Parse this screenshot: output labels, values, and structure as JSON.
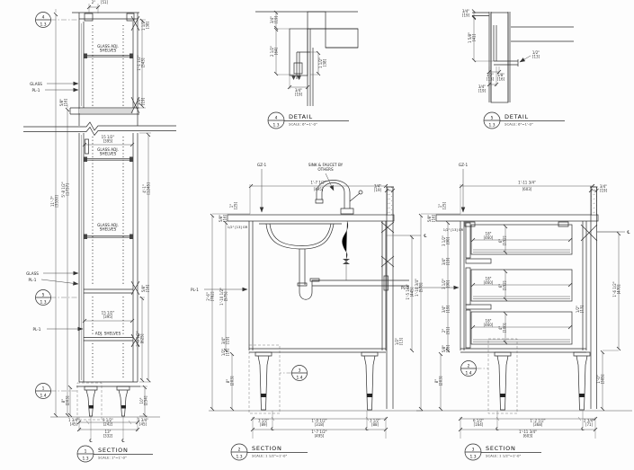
{
  "sym": {
    "cl": "℄"
  },
  "s1": {
    "callout_top": {
      "num": "4",
      "sheet": "1.3"
    },
    "callout_mid": {
      "num": "5",
      "sheet": "1.3"
    },
    "callout_leg": {
      "num": "1",
      "sheet": "1.4"
    },
    "lbl_glass": "GLASS",
    "lbl_pl1": "PL-1",
    "lbl_shelf1": "GLASS ADJ.",
    "lbl_shelf2": "SHELVES",
    "lbl_adj_shelves": "ADJ. SHELVES",
    "dims": {
      "top2": {
        "v": "2\"",
        "mm": "[51]"
      },
      "r38": {
        "v": "1 1/2\"",
        "mm": "[38]"
      },
      "r343": {
        "v": "1'-1 1/2\"",
        "mm": "[343]"
      },
      "r19": {
        "v": "3/4\"",
        "mm": "[19]"
      },
      "l16up": {
        "v": "5/8\"",
        "mm": "[16]"
      },
      "h3530": {
        "v": "11'-7\"",
        "mm": "[3530]"
      },
      "h1737": {
        "v": "5'-8 1/2\"",
        "mm": "[1737]"
      },
      "r1245": {
        "v": "4'-1\"",
        "mm": "[1245]"
      },
      "w395a": {
        "v": "15 1/2\"",
        "mm": "[395]"
      },
      "w395b": {
        "v": "15 1/2\"",
        "mm": "[395]"
      },
      "r16": {
        "v": "5/8\"",
        "mm": "[16]"
      },
      "r625": {
        "v": "2'-0 1/2\"",
        "mm": "[625]"
      },
      "r254": {
        "v": "10\"",
        "mm": "[254]"
      },
      "l203": {
        "v": "8\"",
        "mm": "[203]"
      },
      "b45a": {
        "v": "1 3/4\"",
        "mm": "[45]"
      },
      "b242": {
        "v": "9 1/2\"",
        "mm": "[242]"
      },
      "b45b": {
        "v": "1 3/4\"",
        "mm": "[45]"
      },
      "b332": {
        "v": "13\"",
        "mm": "[332]"
      }
    },
    "title": {
      "num": "1",
      "sheet": "1.3",
      "name": "SECTION",
      "scale": "SCALE: 1\"=1'-0\""
    }
  },
  "d4": {
    "dims": {
      "a19": {
        "v": "3/4\"",
        "mm": "[19]"
      },
      "b64": {
        "v": "2 1/2\"",
        "mm": "[64]"
      },
      "c38": {
        "v": "1 1/2\"",
        "mm": "[38]"
      },
      "d19": {
        "v": "3/4\"",
        "mm": "[19]"
      }
    },
    "title": {
      "num": "4",
      "sheet": "1.3",
      "name": "DETAIL",
      "scale": "SCALE: 6\"=1'-0\""
    }
  },
  "d5": {
    "dims": {
      "a19": {
        "v": "3/4\"",
        "mm": "[19]"
      },
      "b41": {
        "v": "1 5/8\"",
        "mm": "[41]"
      },
      "c13": {
        "v": "1/2\"",
        "mm": "[13]"
      },
      "d13": {
        "v": "1/2\"",
        "mm": "[13]"
      },
      "e16": {
        "v": "5/8\"",
        "mm": "[16]"
      },
      "f19": {
        "v": "3/4\"",
        "mm": "[19]"
      }
    },
    "title": {
      "num": "5",
      "sheet": "1.3",
      "name": "DETAIL",
      "scale": "SCALE: 6\"=1'-0\""
    }
  },
  "s2": {
    "lbl_gz1": "GZ-1",
    "note_l1": "SINK & FAUCET BY",
    "note_l2": "OTHERS",
    "lbl_pl1": "PL-1",
    "lbl_gr": "1/2\" [13] GR",
    "callout_leg": {
      "num": "3",
      "sheet": "1.4"
    },
    "dims": {
      "w495": {
        "v": "1'-7 1/2\"",
        "mm": "[495]"
      },
      "bs19": {
        "v": "3/4\"",
        "mm": "[19]"
      },
      "l25": {
        "v": "1\"",
        "mm": "[25]"
      },
      "l16": {
        "v": "5/8\"",
        "mm": "[16]"
      },
      "lh762": {
        "v": "2'-6\"",
        "mm": "[762]"
      },
      "lh575": {
        "v": "1'-10 1/2\"",
        "mm": "[575]"
      },
      "l19": {
        "v": "3/4\"",
        "mm": "[19]"
      },
      "l13": {
        "v": "1/2\"",
        "mm": "[13]"
      },
      "leg203": {
        "v": "8\"",
        "mm": "[203]"
      },
      "r445": {
        "v": "1'-5 1/2\"",
        "mm": "[445]"
      },
      "r13": {
        "v": "1/2\"",
        "mm": "[13]"
      },
      "b89a": {
        "v": "3 1/2\"",
        "mm": "[89]"
      },
      "b318": {
        "v": "1'-0 1/2\"",
        "mm": "[318]"
      },
      "b89b": {
        "v": "3 1/2\"",
        "mm": "[88]"
      },
      "b495": {
        "v": "1'-7 1/2\"",
        "mm": "[495]"
      }
    },
    "title": {
      "num": "2",
      "sheet": "1.3",
      "name": "SECTION",
      "scale": "SCALE: 1 1/2\"=1'-0\""
    }
  },
  "s3": {
    "lbl_gz1": "GZ-1",
    "lbl_pl1": "PL-1",
    "lbl_gr": "1/2\" [13] GR",
    "callout_leg": {
      "num": "2",
      "sheet": "1.4"
    },
    "dims": {
      "w603": {
        "v": "1'-11 3/4\"",
        "mm": "[603]"
      },
      "bs19": {
        "v": "3/4\"",
        "mm": "[19]"
      },
      "l25": {
        "v": "1\"",
        "mm": "[25]"
      },
      "l16": {
        "v": "5/8\"",
        "mm": "[16]"
      },
      "l90a": {
        "v": "3 1/2\"",
        "mm": "[90]"
      },
      "l19a": {
        "v": "3/4\"",
        "mm": "[19]"
      },
      "l90b": {
        "v": "3 1/2\"",
        "mm": "[90]"
      },
      "l19b": {
        "v": "3/4\"",
        "mm": "[19]"
      },
      "l51": {
        "v": "2\"",
        "mm": "[51]"
      },
      "l16b": {
        "v": "5/8\"",
        "mm": "[16]"
      },
      "lh578": {
        "v": "1'-10 3/4\"",
        "mm": "[578]"
      },
      "leg203": {
        "v": "8\"",
        "mm": "[203]"
      },
      "dw1": {
        "v": "18\"",
        "mm": "[460]"
      },
      "dh1": {
        "v": "6\"",
        "mm": "[152]"
      },
      "dw2": {
        "v": "18\"",
        "mm": "[460]"
      },
      "dh2": {
        "v": "6\"",
        "mm": "[152]"
      },
      "dw3": {
        "v": "18\"",
        "mm": "[460]"
      },
      "dh3": {
        "v": "4\"",
        "mm": "[100]"
      },
      "r470": {
        "v": "1'-6 1/2\"",
        "mm": "[470]"
      },
      "r305": {
        "v": "1'-0\"",
        "mm": "[305]"
      },
      "r13": {
        "v": "1/2\"",
        "mm": "[13]"
      },
      "b164": {
        "v": "6 1/2\"",
        "mm": "[164]"
      },
      "b368": {
        "v": "1'-2 1/2\"",
        "mm": "[368]"
      },
      "b71": {
        "v": "2 3/4\"",
        "mm": "[71]"
      },
      "b603": {
        "v": "1'-11 3/4\"",
        "mm": "[603]"
      }
    },
    "title": {
      "num": "3",
      "sheet": "1.3",
      "name": "SECTION",
      "scale": "SCALE: 1 1/2\"=1'-0\""
    }
  }
}
